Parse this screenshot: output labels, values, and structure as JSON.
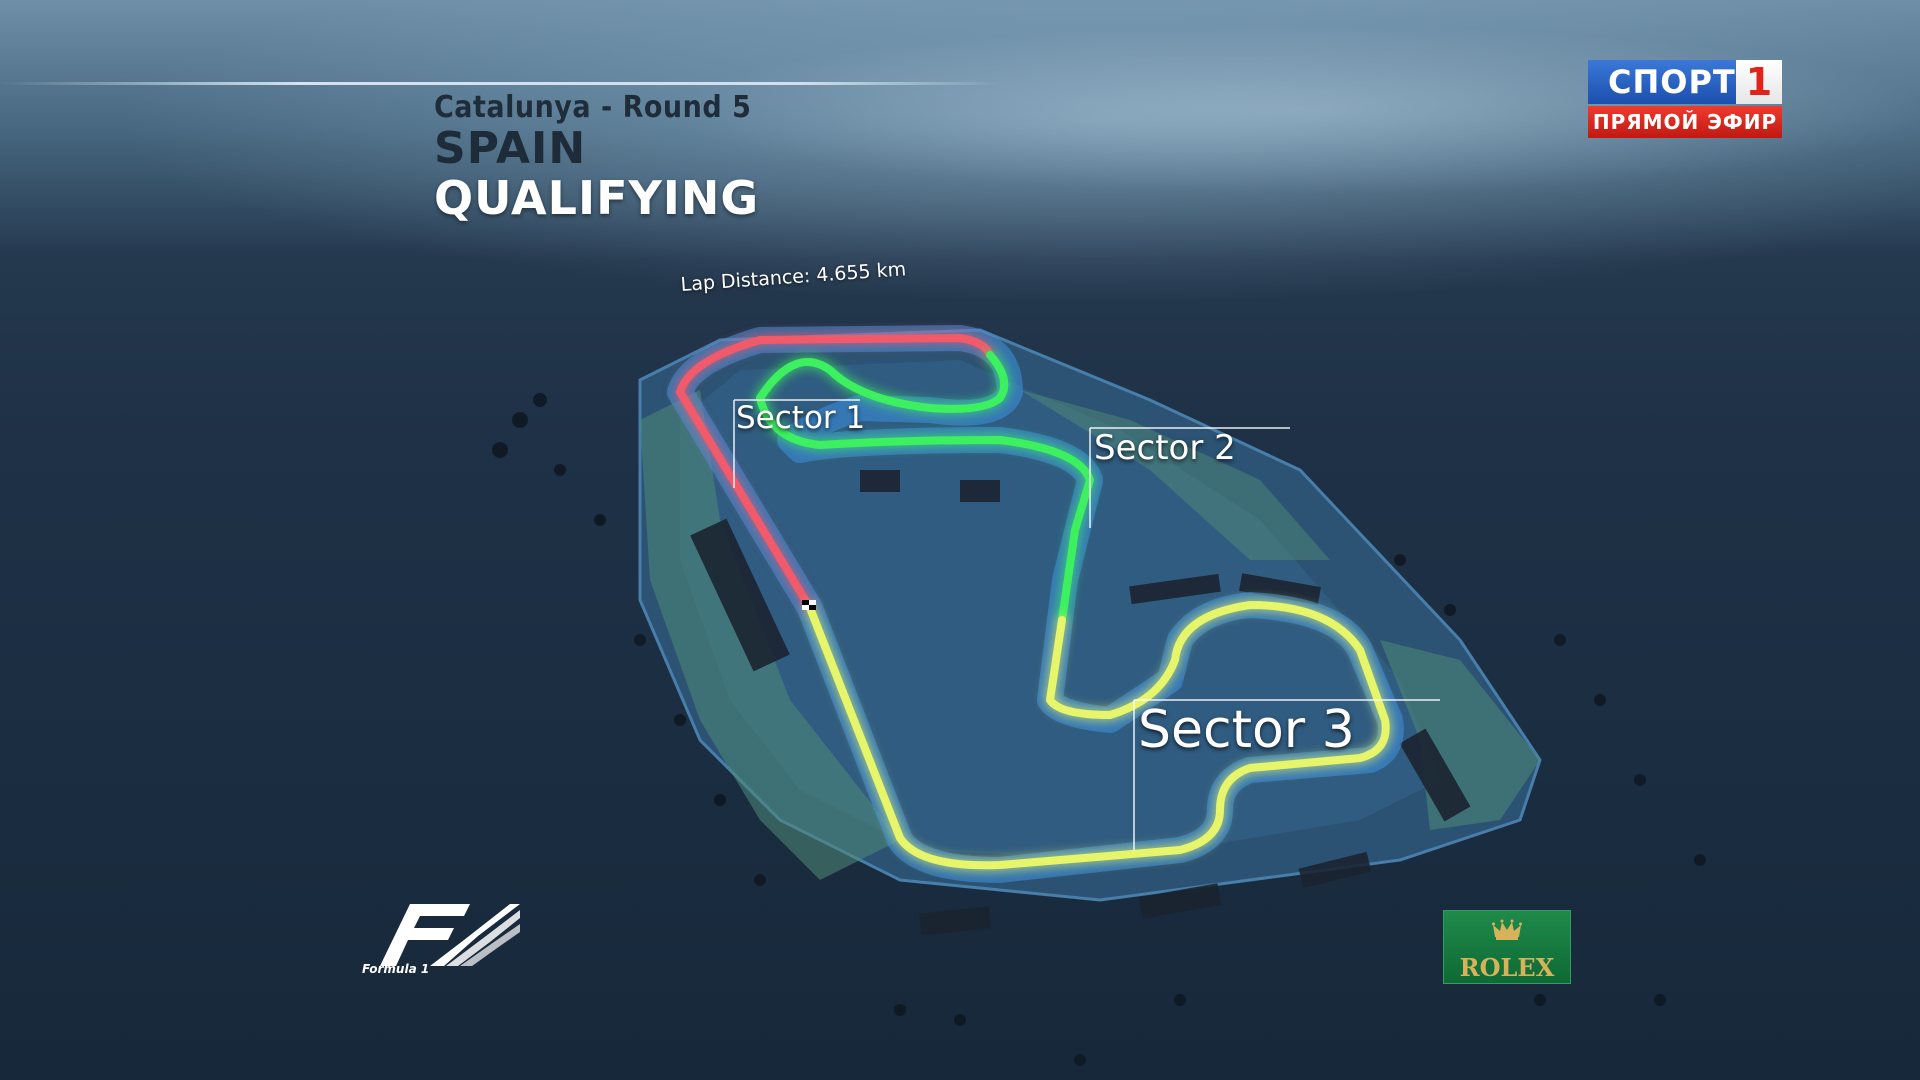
{
  "header": {
    "round": "Catalunya - Round 5",
    "country": "SPAIN",
    "session": "QUALIFYING"
  },
  "track": {
    "lap_distance": "Lap Distance: 4.655 km",
    "sectors": [
      {
        "label": "Sector 1",
        "color": "#3ef060"
      },
      {
        "label": "Sector 2",
        "color": "#3ef060"
      },
      {
        "label": "Sector 3",
        "color": "#e6f56a"
      }
    ],
    "pit_straight_color": "#f05a6a"
  },
  "broadcaster": {
    "name": "СПОРТ",
    "number": "1",
    "status": "ПРЯМОЙ ЭФИР",
    "colors": {
      "blue": "#1c4fae",
      "red": "#e2231a"
    }
  },
  "logos": {
    "series": "f1-logo",
    "series_caption": "Formula 1",
    "sponsor": "ROLEX",
    "sponsor_icon": "crown-icon",
    "sponsor_color": "#0f6a35"
  }
}
